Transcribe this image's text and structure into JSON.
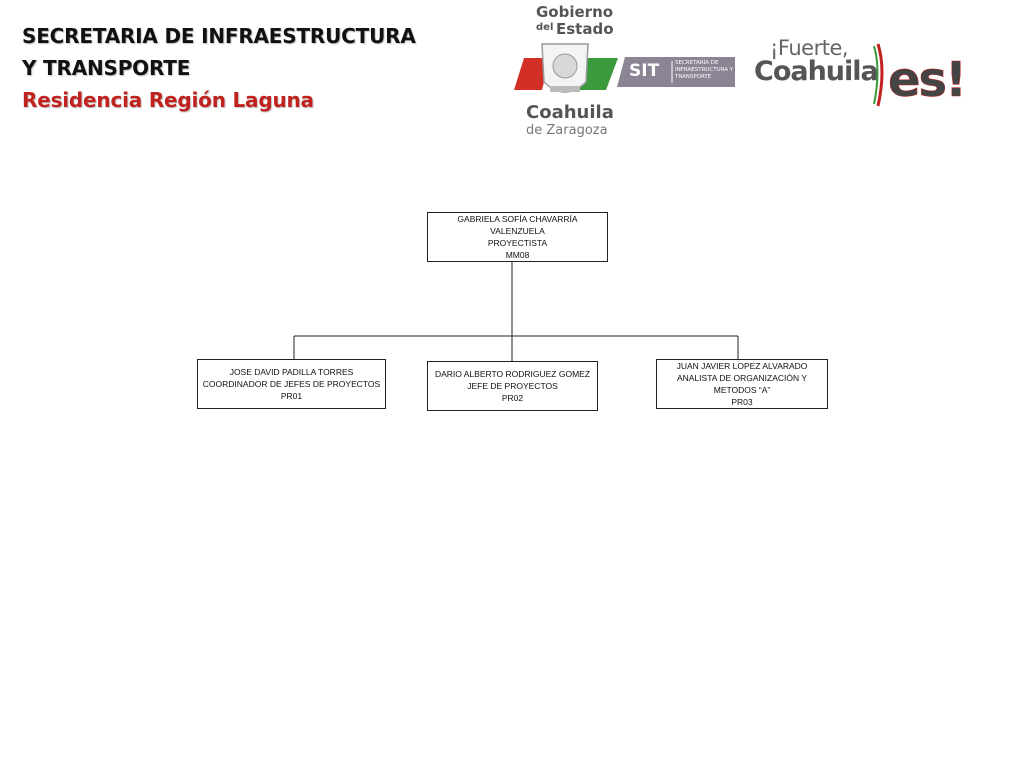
{
  "header": {
    "title_line1": "SECRETARIA DE INFRAESTRUCTURA",
    "title_line2": "Y TRANSPORTE",
    "subtitle": "Residencia Región Laguna"
  },
  "logos": {
    "gobierno": {
      "line1": "Gobierno",
      "line2a": "del",
      "line2b": "Estado",
      "line3": "Coahuila",
      "line4": "de Zaragoza"
    },
    "sit": {
      "abbr": "SIT",
      "full": "SECRETARÍA DE INFRAESTRUCTURA Y TRANSPORTE"
    },
    "fuerte": {
      "line1": "¡Fuerte,",
      "line2": "Coahuila",
      "line3": "es!"
    }
  },
  "colors": {
    "title": "#111111",
    "subtitle": "#c0231f",
    "flag_red": "#d22f27",
    "flag_green": "#3b9a3b",
    "sit_gray": "#8a8494",
    "box_border": "#222222",
    "connector": "#222222"
  },
  "org_chart": {
    "root": {
      "name_line1": "GABRIELA SOFÍA CHAVARRÍA",
      "name_line2": "VALENZUELA",
      "position": "PROYECTISTA",
      "code": "MM08"
    },
    "children": [
      {
        "name": "JOSE DAVID PADILLA TORRES",
        "position": "COORDINADOR DE JEFES DE PROYECTOS",
        "code": "PR01"
      },
      {
        "name": "DARIO ALBERTO RODRIGUEZ GOMEZ",
        "position": "JEFE DE PROYECTOS",
        "code": "PR02"
      },
      {
        "name": "JUAN JAVIER LOPEZ ALVARADO",
        "position_line1": "ANALISTA DE ORGANIZACIÓN Y",
        "position_line2": "METODOS “A”",
        "code": "PR03"
      }
    ]
  }
}
